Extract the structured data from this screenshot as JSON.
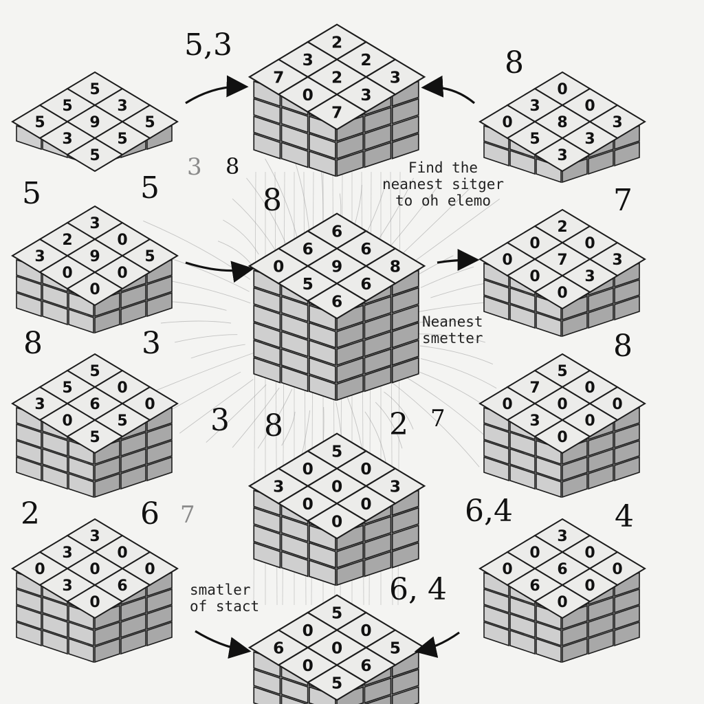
{
  "labels": {
    "top_left": "5,3",
    "top_right": "8",
    "mid_left_a": "5",
    "mid_left_b": "5",
    "center_faint_3": "3",
    "center_8_small": "8",
    "center_8_large": "8",
    "right_7": "7",
    "left_8": "8",
    "left_3": "3",
    "right_8": "8",
    "center_3": "3",
    "center_8": "8",
    "center_2": "2",
    "center_7": "7",
    "bottom_left_2": "2",
    "bottom_left_6": "6",
    "bottom_left_7": "7",
    "right_64": "6,4",
    "right_4": "4",
    "bottom_64": "6, 4"
  },
  "captions": {
    "find_line1": "Find the",
    "find_line2": "neanest sitger",
    "find_line3": "to oh elemo",
    "nearest_line1": "Neanest",
    "nearest_line2": "smetter",
    "smaller_line1": "smatler",
    "smaller_line2": "of stact"
  },
  "cubes": [
    {
      "name": "cube-top-left",
      "faces": [
        "5",
        "3",
        "5",
        "5",
        "9",
        "5",
        "5",
        "3",
        "5"
      ]
    },
    {
      "name": "cube-top-center",
      "faces": [
        "2",
        "2",
        "3",
        "3",
        "2",
        "3",
        "7",
        "0",
        "7"
      ]
    },
    {
      "name": "cube-top-right",
      "faces": [
        "0",
        "0",
        "3",
        "3",
        "8",
        "3",
        "0",
        "5",
        "3"
      ]
    },
    {
      "name": "cube-mid-left",
      "faces": [
        "3",
        "0",
        "5",
        "2",
        "9",
        "0",
        "3",
        "0",
        "0"
      ]
    },
    {
      "name": "cube-mid-center",
      "faces": [
        "6",
        "6",
        "8",
        "6",
        "9",
        "6",
        "0",
        "5",
        "6"
      ]
    },
    {
      "name": "cube-mid-right",
      "faces": [
        "2",
        "0",
        "3",
        "0",
        "7",
        "3",
        "0",
        "0",
        "0"
      ]
    },
    {
      "name": "cube-lower-left",
      "faces": [
        "5",
        "0",
        "0",
        "5",
        "6",
        "5",
        "3",
        "0",
        "5"
      ]
    },
    {
      "name": "cube-lower-center",
      "faces": [
        "5",
        "0",
        "3",
        "0",
        "0",
        "0",
        "3",
        "0",
        "0"
      ]
    },
    {
      "name": "cube-lower-right",
      "faces": [
        "5",
        "0",
        "0",
        "7",
        "0",
        "0",
        "0",
        "3",
        "0"
      ]
    },
    {
      "name": "cube-bottom-left",
      "faces": [
        "3",
        "0",
        "0",
        "3",
        "0",
        "6",
        "0",
        "3",
        "0"
      ]
    },
    {
      "name": "cube-bottom-center",
      "faces": [
        "5",
        "0",
        "5",
        "0",
        "0",
        "6",
        "6",
        "0",
        "5"
      ]
    },
    {
      "name": "cube-bottom-right",
      "faces": [
        "3",
        "0",
        "0",
        "0",
        "6",
        "0",
        "0",
        "6",
        "0"
      ]
    }
  ]
}
